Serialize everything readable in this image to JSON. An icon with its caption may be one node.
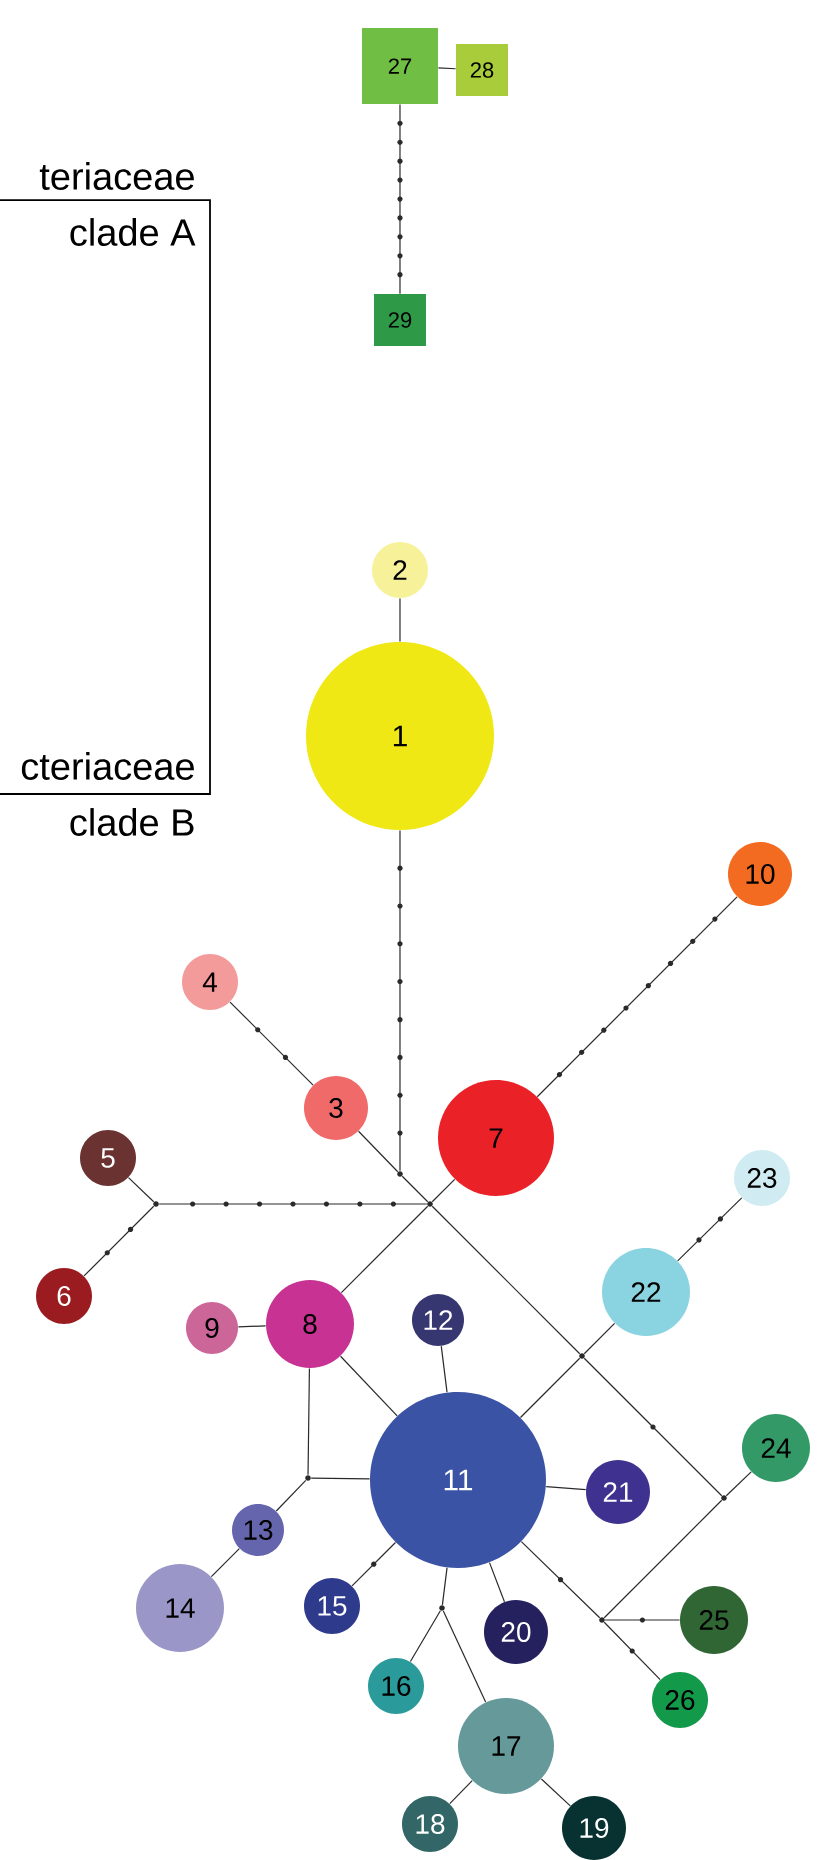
{
  "diagram": {
    "nodes": [
      {
        "text": [
          "1"
        ]
      },
      {
        "text": [
          "2"
        ]
      },
      {
        "text": [
          "3"
        ]
      },
      {
        "text": [
          "4"
        ]
      },
      {
        "text": [
          "5"
        ]
      },
      {
        "text": [
          "6"
        ]
      },
      {
        "text": [
          "7"
        ]
      },
      {
        "text": [
          "8"
        ]
      },
      {
        "text": [
          "9"
        ]
      },
      {
        "text": [
          "10"
        ]
      },
      {
        "text": [
          "11"
        ]
      },
      {
        "text": [
          "12"
        ]
      },
      {
        "text": [
          "13"
        ]
      },
      {
        "text": [
          "14"
        ]
      },
      {
        "text": [
          "15"
        ]
      },
      {
        "text": [
          "16"
        ]
      },
      {
        "text": [
          "17"
        ]
      },
      {
        "text": [
          "18"
        ]
      },
      {
        "text": [
          "19"
        ]
      },
      {
        "text": [
          "20"
        ]
      },
      {
        "text": [
          "21"
        ]
      },
      {
        "text": [
          "22"
        ]
      },
      {
        "text": [
          "23"
        ]
      },
      {
        "text": [
          "24"
        ]
      },
      {
        "text": [
          "25"
        ]
      },
      {
        "text": [
          "26"
        ]
      },
      {
        "text": [
          "27"
        ]
      },
      {
        "text": [
          "28"
        ]
      },
      {
        "text": [
          "29"
        ]
      },
      {
        "text": [],
        "shape": "dot"
      },
      {
        "text": [],
        "shape": "dot"
      },
      {
        "text": [],
        "shape": "dot"
      },
      {
        "text": [],
        "shape": "dot"
      },
      {
        "text": [],
        "shape": "dot"
      },
      {
        "text": [],
        "shape": "dot"
      },
      {
        "text": [],
        "shape": "dot"
      },
      {
        "text": [],
        "shape": "dot"
      }
    ],
    "edges": [
      {
        "from": 26,
        "to": 27,
        "arrow": "none"
      },
      {
        "from": 26,
        "to": 28,
        "arrow": "none"
      },
      {
        "from": 1,
        "to": 0,
        "arrow": "none"
      },
      {
        "from": 0,
        "to": 29,
        "arrow": "none"
      },
      {
        "from": 3,
        "to": 2,
        "arrow": "none"
      },
      {
        "from": 2,
        "to": 29,
        "arrow": "none"
      },
      {
        "from": 29,
        "to": 30,
        "arrow": "none"
      },
      {
        "from": 30,
        "to": 31,
        "arrow": "none"
      },
      {
        "from": 31,
        "to": 4,
        "arrow": "none"
      },
      {
        "from": 31,
        "to": 5,
        "arrow": "none"
      },
      {
        "from": 30,
        "to": 6,
        "arrow": "none"
      },
      {
        "from": 6,
        "to": 9,
        "arrow": "none"
      },
      {
        "from": 30,
        "to": 7,
        "arrow": "none"
      },
      {
        "from": 8,
        "to": 7,
        "arrow": "none"
      },
      {
        "from": 7,
        "to": 10,
        "arrow": "none"
      },
      {
        "from": 7,
        "to": 35,
        "arrow": "none"
      },
      {
        "from": 35,
        "to": 10,
        "arrow": "none"
      },
      {
        "from": 35,
        "to": 12,
        "arrow": "none"
      },
      {
        "from": 12,
        "to": 13,
        "arrow": "none"
      },
      {
        "from": 11,
        "to": 10,
        "arrow": "none"
      },
      {
        "from": 30,
        "to": 32,
        "arrow": "none"
      },
      {
        "from": 22,
        "to": 21,
        "arrow": "none"
      },
      {
        "from": 21,
        "to": 32,
        "arrow": "none"
      },
      {
        "from": 32,
        "to": 10,
        "arrow": "none"
      },
      {
        "from": 32,
        "to": 33,
        "arrow": "none"
      },
      {
        "from": 33,
        "to": 23,
        "arrow": "none"
      },
      {
        "from": 33,
        "to": 34,
        "arrow": "none"
      },
      {
        "from": 10,
        "to": 34,
        "arrow": "none"
      },
      {
        "from": 34,
        "to": 24,
        "arrow": "none"
      },
      {
        "from": 34,
        "to": 25,
        "arrow": "none"
      },
      {
        "from": 10,
        "to": 20,
        "arrow": "none"
      },
      {
        "from": 10,
        "to": 19,
        "arrow": "none"
      },
      {
        "from": 10,
        "to": 14,
        "arrow": "none"
      },
      {
        "from": 10,
        "to": 36,
        "arrow": "none"
      },
      {
        "from": 36,
        "to": 15,
        "arrow": "none"
      },
      {
        "from": 36,
        "to": 16,
        "arrow": "none"
      },
      {
        "from": 16,
        "to": 17,
        "arrow": "none"
      },
      {
        "from": 16,
        "to": 18,
        "arrow": "none"
      }
    ],
    "labels": [
      "teriaceae",
      "clade A",
      "cteriaceae",
      "clade B"
    ]
  }
}
